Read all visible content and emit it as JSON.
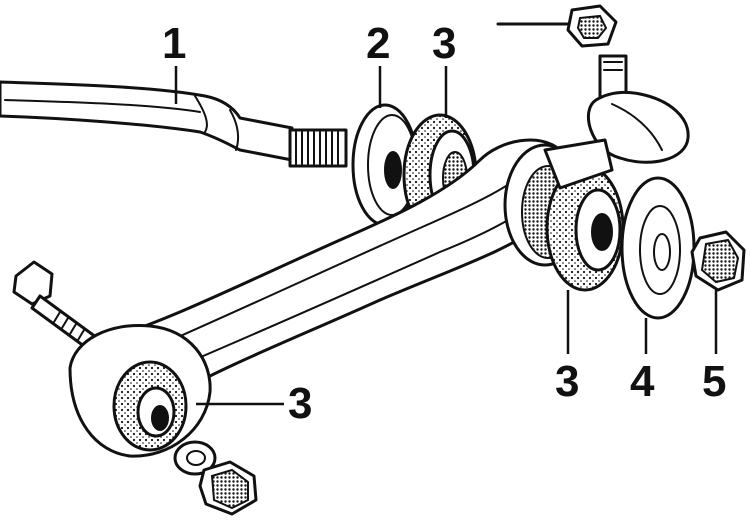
{
  "diagram": {
    "callouts": [
      {
        "id": "c1",
        "label": "1"
      },
      {
        "id": "c2",
        "label": "2"
      },
      {
        "id": "c3a",
        "label": "3"
      },
      {
        "id": "c3b",
        "label": "3"
      },
      {
        "id": "c3c",
        "label": "3"
      },
      {
        "id": "c4",
        "label": "4"
      },
      {
        "id": "c5",
        "label": "5"
      }
    ]
  }
}
